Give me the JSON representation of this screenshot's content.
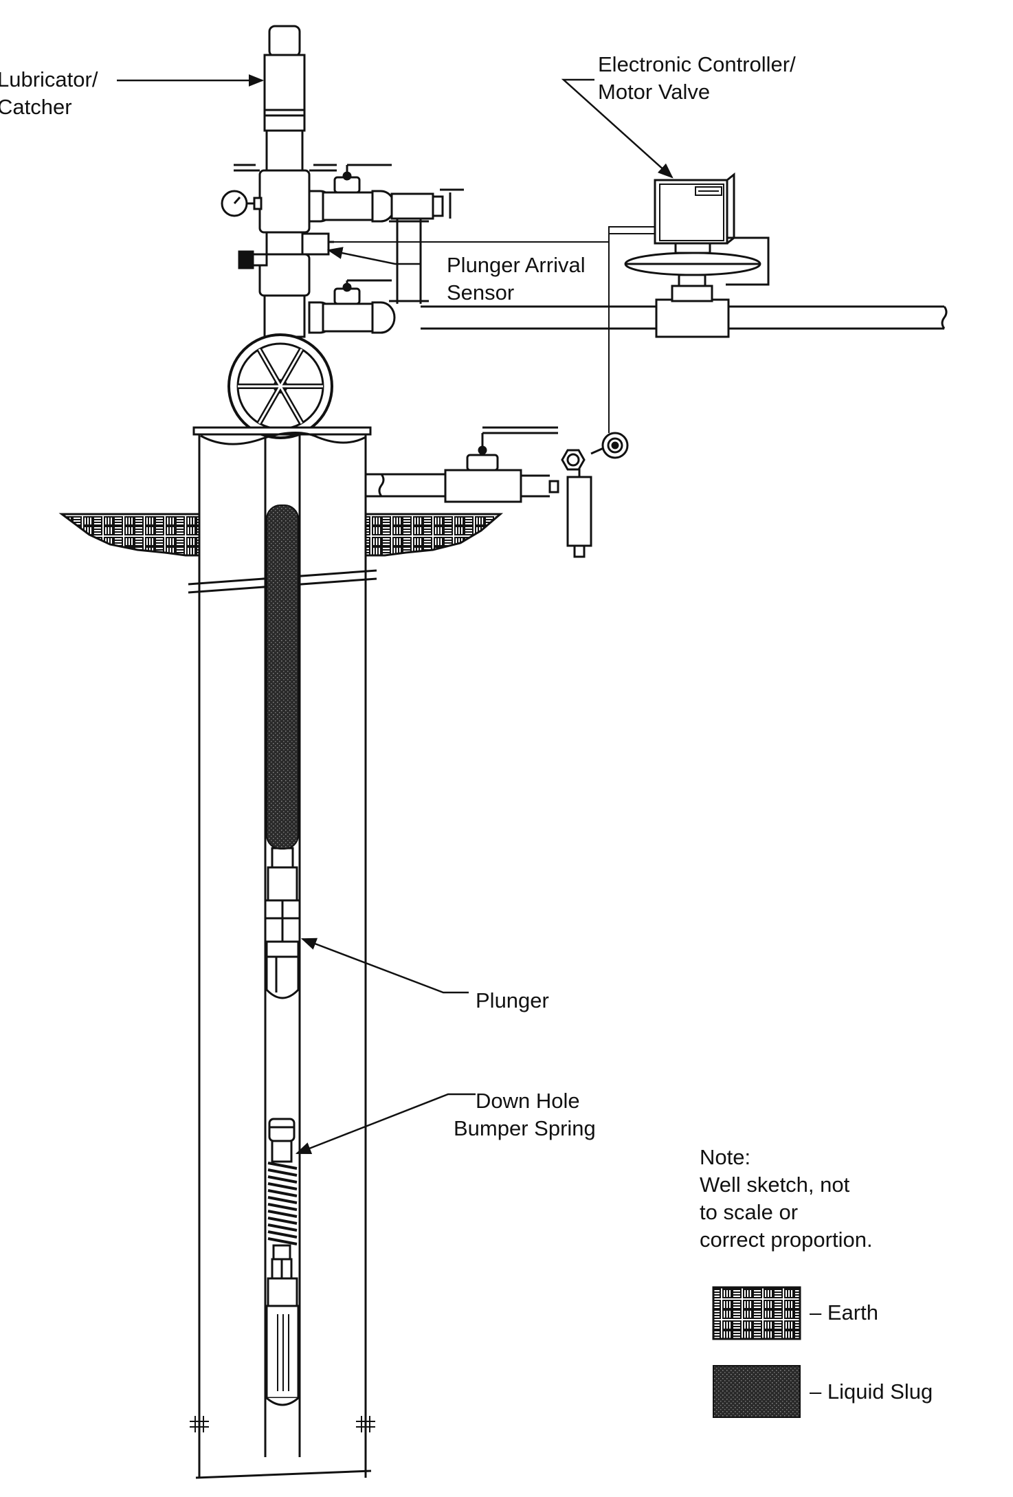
{
  "labels": {
    "lubricator": {
      "line1": "Lubricator/",
      "line2": "Catcher"
    },
    "controller": {
      "line1": "Electronic Controller/",
      "line2": "Motor Valve"
    },
    "sensor": {
      "line1": "Plunger Arrival",
      "line2": "Sensor"
    },
    "plunger": "Plunger",
    "spring": {
      "line1": "Down Hole",
      "line2": "Bumper Spring"
    }
  },
  "note": {
    "line1": "Note:",
    "line2": "Well sketch, not",
    "line3": "to scale or",
    "line4": "correct proportion."
  },
  "legend": {
    "earth": "– Earth",
    "liquid": "– Liquid Slug"
  }
}
